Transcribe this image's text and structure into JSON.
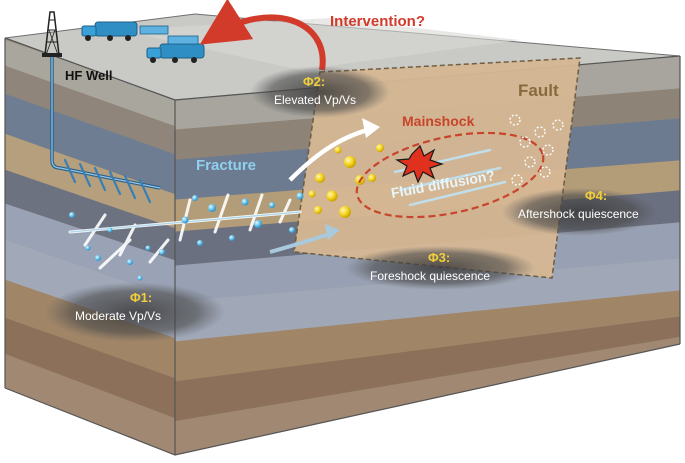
{
  "labels": {
    "intervention": "Intervention?",
    "hf_well": "HF Well",
    "phi2_title": "Φ2:",
    "phi2_text": "Elevated Vp/Vs",
    "fault": "Fault",
    "mainshock": "Mainshock",
    "fracture": "Fracture",
    "fluid_diffusion": "Fluid diffusion?",
    "phi4_title": "Φ4:",
    "phi4_text": "Aftershock quiescence",
    "phi3_title": "Φ3:",
    "phi3_text": "Foreshock quiescence",
    "phi1_title": "Φ1:",
    "phi1_text": "Moderate Vp/Vs"
  },
  "colors": {
    "phase_title": "#f2cf3a",
    "intervention": "#d23a2a",
    "mainshock": "#c8452c",
    "fracture": "#8fd0ee",
    "fluid": "#bfe3f4",
    "fault_label": "#8a6a3c",
    "fault_plane": "#d6b894"
  }
}
